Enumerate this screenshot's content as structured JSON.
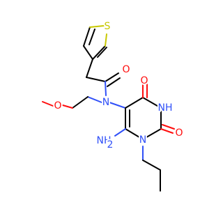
{
  "molecule": {
    "atoms": {
      "sulfur": "S",
      "amide_oxygen": "O",
      "amide_nitrogen": "N",
      "ether_oxygen": "O",
      "carbonyl_oxygen_top": "O",
      "ring_nh": "NH",
      "carbonyl_oxygen_right": "O",
      "ring_n_propyl": "N",
      "amino_group": "NH",
      "amino_subscript": "2"
    },
    "colors": {
      "carbon_bonds": "#000000",
      "oxygen": "#ff0d0d",
      "nitrogen": "#3050f8",
      "sulfur": "#c8c800",
      "background": "#ffffff"
    }
  }
}
